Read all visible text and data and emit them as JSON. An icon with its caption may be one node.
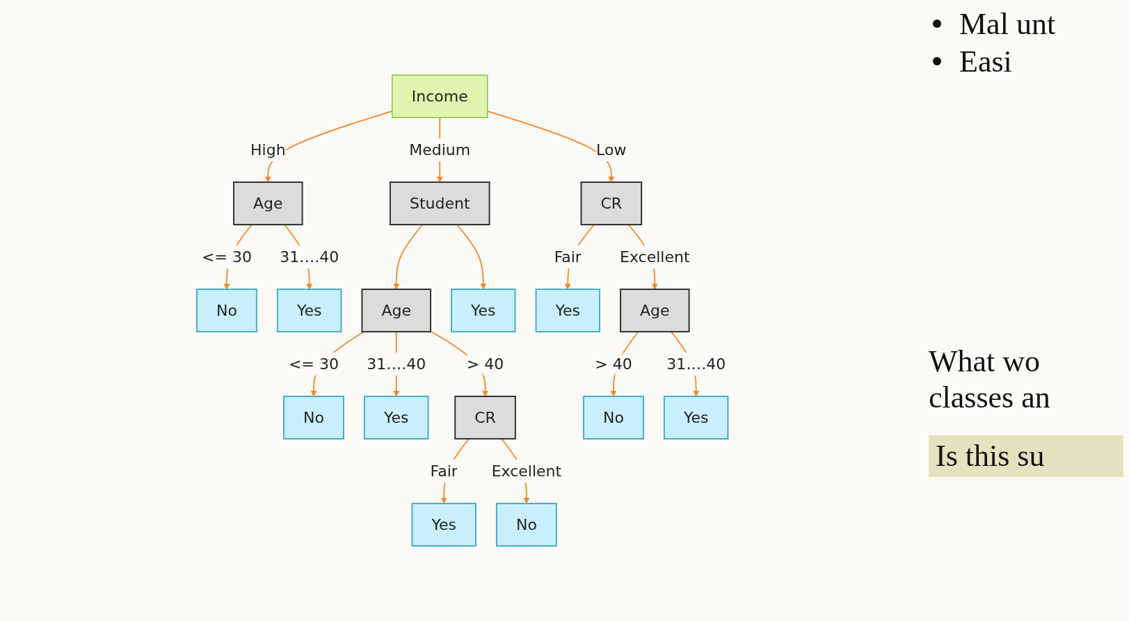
{
  "diagram": {
    "nodes": [
      {
        "text": [
          "Income"
        ]
      },
      {
        "text": [
          "Age"
        ]
      },
      {
        "text": [
          "Student"
        ]
      },
      {
        "text": [
          "CR"
        ]
      },
      {
        "text": [
          "No"
        ]
      },
      {
        "text": [
          "Yes"
        ]
      },
      {
        "text": [
          "Yes"
        ]
      },
      {
        "text": [
          "Age"
        ]
      },
      {
        "text": [
          "Age"
        ]
      },
      {
        "text": [
          "Yes"
        ]
      },
      {
        "text": [
          "No"
        ]
      },
      {
        "text": [
          "Yes"
        ]
      },
      {
        "text": [
          "No"
        ]
      },
      {
        "text": [
          "CR"
        ]
      },
      {
        "text": [
          "Yes"
        ]
      },
      {
        "text": [
          "Yes"
        ]
      },
      {
        "text": [
          "No"
        ]
      }
    ],
    "edges": [
      {
        "from": 0,
        "to": 1,
        "arrow": "to",
        "label": "High"
      },
      {
        "from": 0,
        "to": 2,
        "arrow": "to",
        "label": "Medium"
      },
      {
        "from": 0,
        "to": 3,
        "arrow": "to",
        "label": "Low"
      },
      {
        "from": 1,
        "to": 4,
        "arrow": "to",
        "label": "<= 30"
      },
      {
        "from": 1,
        "to": 5,
        "arrow": "to",
        "label": "31….40"
      },
      {
        "from": 2,
        "to": 8,
        "arrow": "to"
      },
      {
        "from": 2,
        "to": 6,
        "arrow": "to"
      },
      {
        "from": 3,
        "to": 9,
        "arrow": "to",
        "label": "Fair"
      },
      {
        "from": 3,
        "to": 7,
        "arrow": "to",
        "label": "Excellent"
      },
      {
        "from": 7,
        "to": 10,
        "arrow": "to",
        "label": "> 40"
      },
      {
        "from": 7,
        "to": 11,
        "arrow": "to",
        "label": "31….40"
      },
      {
        "from": 8,
        "to": 12,
        "arrow": "to",
        "label": "<= 30"
      },
      {
        "from": 8,
        "to": 14,
        "arrow": "to",
        "label": "31….40"
      },
      {
        "from": 8,
        "to": 13,
        "arrow": "to",
        "label": "> 40"
      },
      {
        "from": 13,
        "to": 15,
        "arrow": "to",
        "label": "Fair"
      },
      {
        "from": 13,
        "to": 16,
        "arrow": "to",
        "label": "Excellent"
      }
    ],
    "labels": [
      "Mal unt",
      "Easi",
      "What wo classes an",
      "Is this su"
    ]
  }
}
